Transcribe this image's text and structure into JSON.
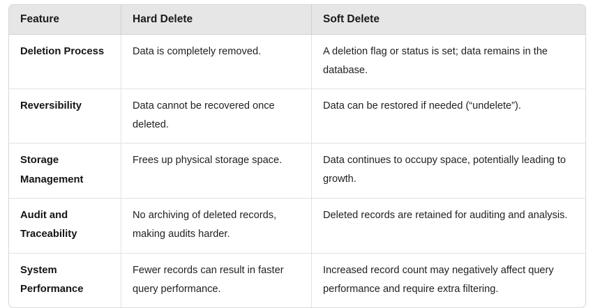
{
  "table": {
    "headers": [
      {
        "label": "Feature"
      },
      {
        "label": "Hard Delete"
      },
      {
        "label": "Soft Delete"
      }
    ],
    "rows": [
      {
        "feature": "Deletion Process",
        "hard_delete": "Data is completely removed.",
        "soft_delete": "A deletion flag or status is set; data remains in the database."
      },
      {
        "feature": "Reversibility",
        "hard_delete": "Data cannot be recovered once deleted.",
        "soft_delete": "Data can be restored if needed (“undelete”)."
      },
      {
        "feature": "Storage Management",
        "hard_delete": "Frees up physical storage space.",
        "soft_delete": "Data continues to occupy space, potentially leading to growth."
      },
      {
        "feature": "Audit and Traceability",
        "hard_delete": "No archiving of deleted records, making audits harder.",
        "soft_delete": "Deleted records are retained for auditing and analysis."
      },
      {
        "feature": "System Performance",
        "hard_delete": "Fewer records can result in faster query performance.",
        "soft_delete": "Increased record count may negatively affect query performance and require extra filtering."
      }
    ]
  },
  "colors": {
    "header_background": "#e6e6e6",
    "page_background": "#ffffff",
    "border": "#e2e2e2",
    "outer_border": "#d9d9d9",
    "text": "#1f1f1f",
    "heading_text": "#1b1b1b"
  }
}
